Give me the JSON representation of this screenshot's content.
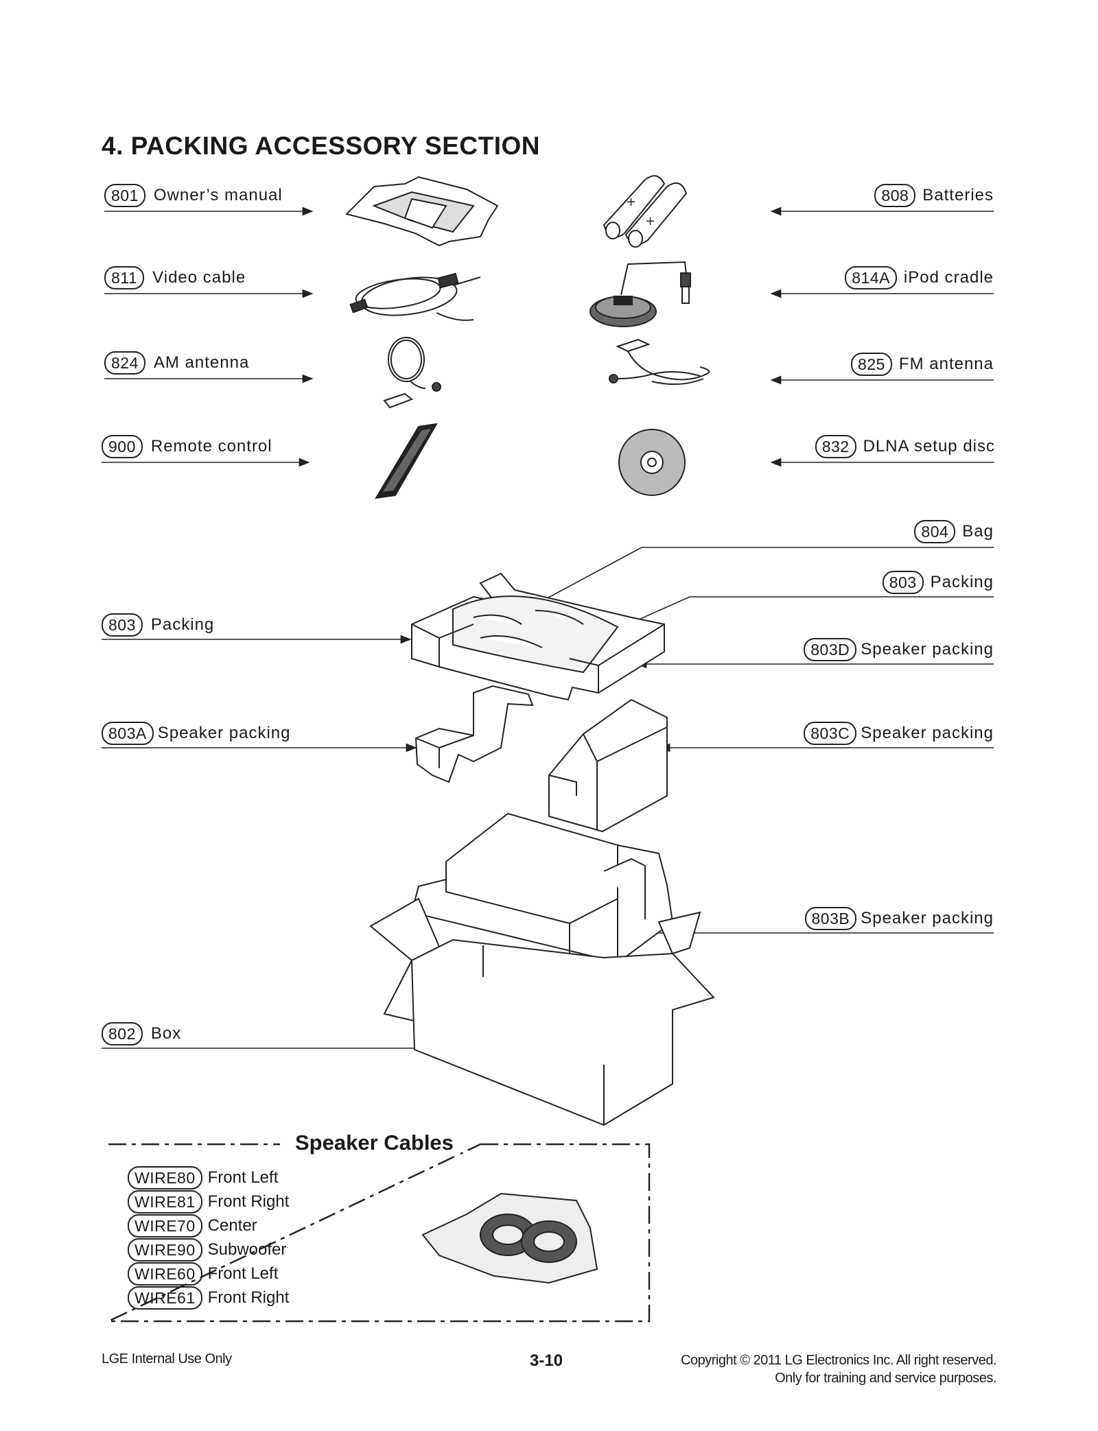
{
  "section_title": "4. PACKING ACCESSORY SECTION",
  "accessories_left": [
    {
      "code": "801",
      "name": "Owner’s manual"
    },
    {
      "code": "811",
      "name": "Video cable"
    },
    {
      "code": "824",
      "name": "AM antenna"
    },
    {
      "code": "900",
      "name": "Remote control"
    }
  ],
  "accessories_right": [
    {
      "code": "808",
      "name": "Batteries"
    },
    {
      "code": "814A",
      "name": "iPod cradle"
    },
    {
      "code": "825",
      "name": "FM antenna"
    },
    {
      "code": "832",
      "name": "DLNA setup disc"
    }
  ],
  "packing_left": [
    {
      "code": "803",
      "name": "Packing"
    },
    {
      "code": "803A",
      "name": "Speaker packing"
    },
    {
      "code": "802",
      "name": "Box"
    }
  ],
  "packing_right": [
    {
      "code": "804",
      "name": "Bag"
    },
    {
      "code": "803",
      "name": "Packing"
    },
    {
      "code": "803D",
      "name": "Speaker packing"
    },
    {
      "code": "803C",
      "name": "Speaker packing"
    },
    {
      "code": "803B",
      "name": "Speaker packing"
    }
  ],
  "speaker_cables": {
    "title": "Speaker Cables",
    "items": [
      {
        "code": "WIRE80",
        "name": "Front Left"
      },
      {
        "code": "WIRE81",
        "name": "Front Right"
      },
      {
        "code": "WIRE70",
        "name": "Center"
      },
      {
        "code": "WIRE90",
        "name": "Subwoofer"
      },
      {
        "code": "WIRE60",
        "name": "Front Left"
      },
      {
        "code": "WIRE61",
        "name": "Front Right"
      }
    ]
  },
  "footer": {
    "left": "LGE Internal Use Only",
    "page": "3-10",
    "copyright": "Copyright © 2011 LG Electronics Inc. All right reserved.",
    "notice": "Only for training and service purposes."
  }
}
